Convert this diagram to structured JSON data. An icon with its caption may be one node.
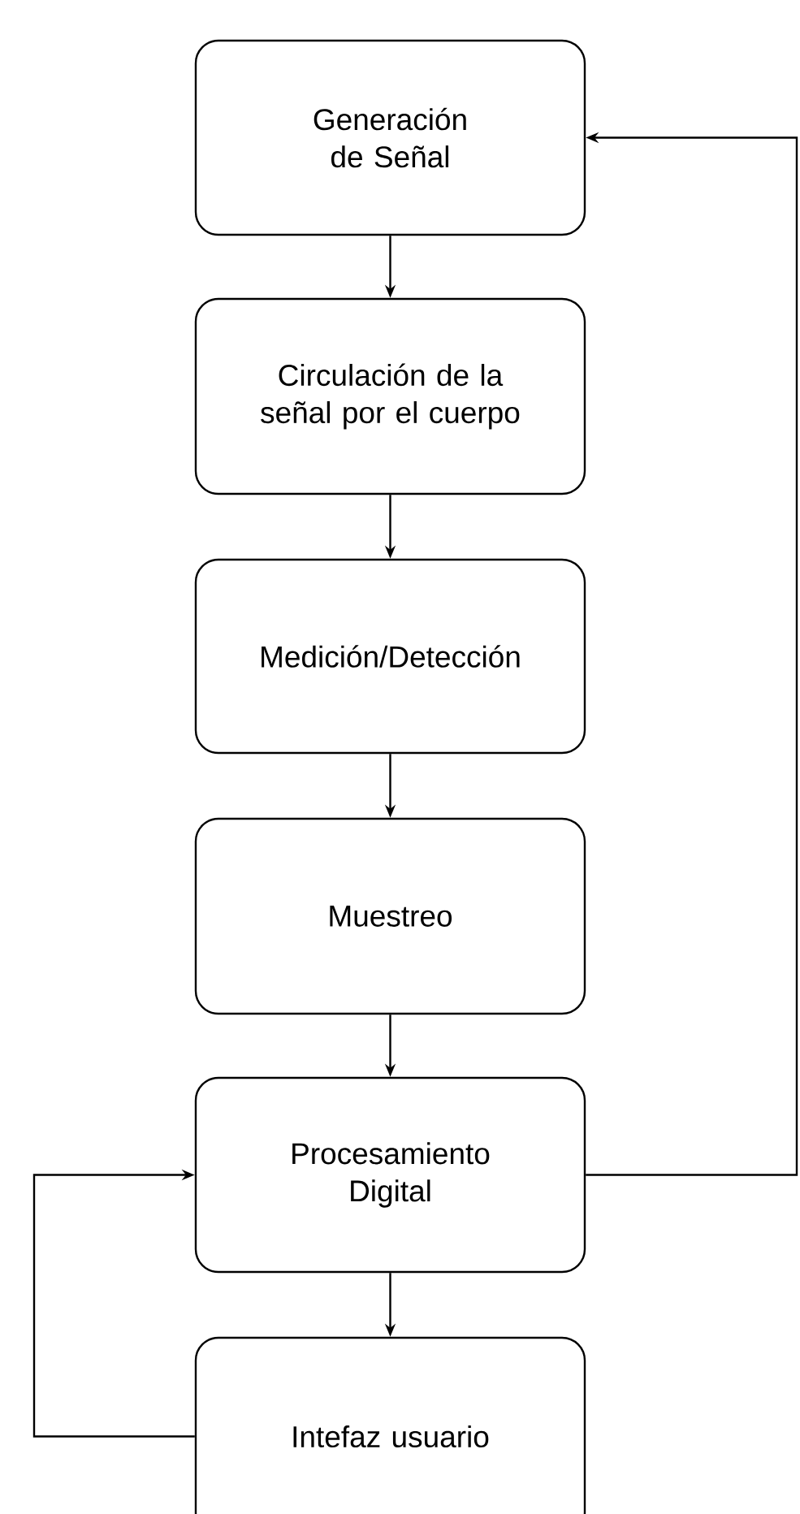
{
  "diagram": {
    "nodes": [
      {
        "text": [
          "Generación de Señal"
        ]
      },
      {
        "text": [
          "Circulación de la señal por el cuerpo"
        ]
      },
      {
        "text": [
          "Medición/Detección"
        ]
      },
      {
        "text": [
          "Muestreo"
        ]
      },
      {
        "text": [
          "Procesamiento Digital"
        ]
      },
      {
        "text": [
          "Intefaz usuario"
        ]
      }
    ],
    "edges": [
      {
        "from": 0,
        "to": 1,
        "arrow": "to"
      },
      {
        "from": 1,
        "to": 2,
        "arrow": "to"
      },
      {
        "from": 2,
        "to": 3,
        "arrow": "to"
      },
      {
        "from": 3,
        "to": 4,
        "arrow": "to"
      },
      {
        "from": 4,
        "to": 5,
        "arrow": "to"
      },
      {
        "from": 4,
        "to": 0,
        "arrow": "to"
      },
      {
        "from": 5,
        "to": 4,
        "arrow": "to"
      }
    ]
  }
}
